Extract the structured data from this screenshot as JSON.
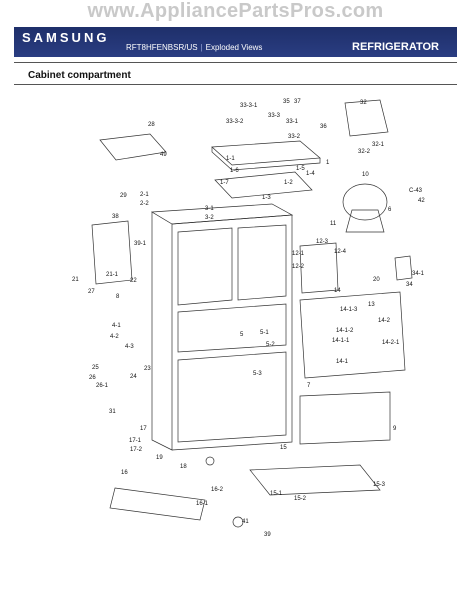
{
  "watermark": "www.AppliancePartsPros.com",
  "header": {
    "brand": "SAMSUNG",
    "model": "RFT8HFENBSR/US",
    "view": "Exploded Views",
    "category": "REFRIGERATOR"
  },
  "section_title": "Cabinet compartment",
  "callouts": [
    "28",
    "49",
    "33-3-1",
    "35",
    "37",
    "33-3-2",
    "33-3",
    "33-1",
    "33-2",
    "36",
    "32",
    "32-1",
    "32-2",
    "1",
    "1-1",
    "1-2",
    "1-3",
    "1-4",
    "1-5",
    "1-6",
    "1-7",
    "29",
    "2-1",
    "2-2",
    "10",
    "C-43",
    "42",
    "6",
    "3-1",
    "3-2",
    "11",
    "38",
    "39-1",
    "12-1",
    "12-2",
    "12-3",
    "12-4",
    "20",
    "21",
    "21-1",
    "22",
    "27",
    "8",
    "14",
    "13",
    "14-1-3",
    "14-1-2",
    "14-1-1",
    "14-1",
    "14-2",
    "14-2-1",
    "34",
    "34-1",
    "4-1",
    "4-2",
    "4-3",
    "5",
    "5-1",
    "5-2",
    "5-3",
    "25",
    "26",
    "26-1",
    "24",
    "23",
    "31",
    "9",
    "7",
    "17",
    "17-1",
    "17-2",
    "19",
    "18",
    "16",
    "16-2",
    "16-1",
    "15",
    "15-1",
    "15-2",
    "15-3",
    "41",
    "39"
  ]
}
